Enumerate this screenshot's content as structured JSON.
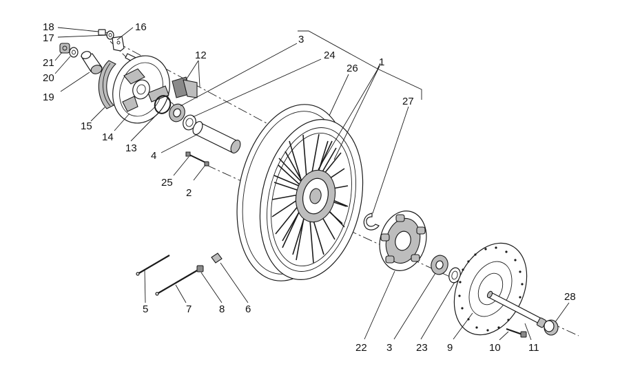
{
  "callouts": [
    {
      "id": "c18",
      "text": "18"
    },
    {
      "id": "c17",
      "text": "17"
    },
    {
      "id": "c16",
      "text": "16"
    },
    {
      "id": "c21",
      "text": "21"
    },
    {
      "id": "c20",
      "text": "20"
    },
    {
      "id": "c19",
      "text": "19"
    },
    {
      "id": "c15",
      "text": "15"
    },
    {
      "id": "c14",
      "text": "14"
    },
    {
      "id": "c13",
      "text": "13"
    },
    {
      "id": "c12",
      "text": "12"
    },
    {
      "id": "c3a",
      "text": "3"
    },
    {
      "id": "c24",
      "text": "24"
    },
    {
      "id": "c26",
      "text": "26"
    },
    {
      "id": "c1",
      "text": "1"
    },
    {
      "id": "c27",
      "text": "27"
    },
    {
      "id": "c4",
      "text": "4"
    },
    {
      "id": "c25",
      "text": "25"
    },
    {
      "id": "c2",
      "text": "2"
    },
    {
      "id": "c5",
      "text": "5"
    },
    {
      "id": "c7",
      "text": "7"
    },
    {
      "id": "c8",
      "text": "8"
    },
    {
      "id": "c6",
      "text": "6"
    },
    {
      "id": "c22",
      "text": "22"
    },
    {
      "id": "c3b",
      "text": "3"
    },
    {
      "id": "c23",
      "text": "23"
    },
    {
      "id": "c9",
      "text": "9"
    },
    {
      "id": "c10",
      "text": "10"
    },
    {
      "id": "c11",
      "text": "11"
    },
    {
      "id": "c28",
      "text": "28"
    }
  ]
}
